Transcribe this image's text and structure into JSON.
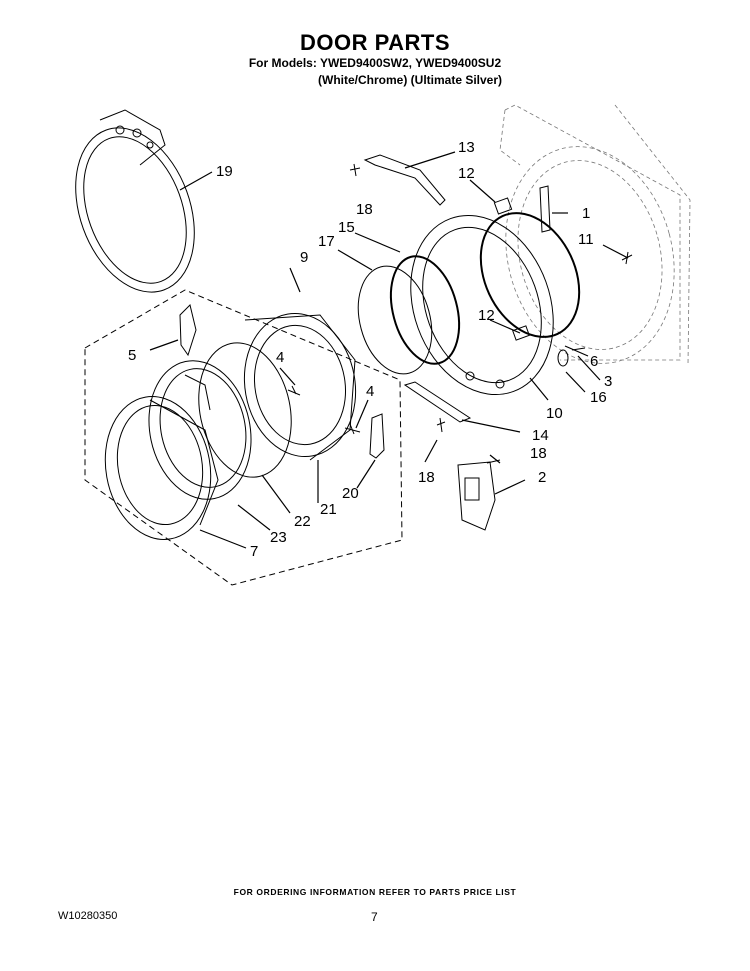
{
  "header": {
    "title": "DOOR PARTS",
    "models_line": "For Models: YWED9400SW2, YWED9400SU2",
    "colors_line": "(White/Chrome) (Ultimate Silver)"
  },
  "callouts": {
    "c19": "19",
    "c13": "13",
    "c12a": "12",
    "c18a": "18",
    "c1": "1",
    "c11": "11",
    "c15": "15",
    "c17": "17",
    "c9": "9",
    "c12b": "12",
    "c5": "5",
    "c4a": "4",
    "c6": "6",
    "c3": "3",
    "c16": "16",
    "c4b": "4",
    "c10": "10",
    "c14": "14",
    "c18b": "18",
    "c2": "2",
    "c18c": "18",
    "c20": "20",
    "c21": "21",
    "c22": "22",
    "c23": "23",
    "c7": "7"
  },
  "footer": {
    "ordering_note": "FOR ORDERING INFORMATION REFER TO PARTS PRICE LIST",
    "document_number": "W10280350",
    "page_number": "7"
  }
}
